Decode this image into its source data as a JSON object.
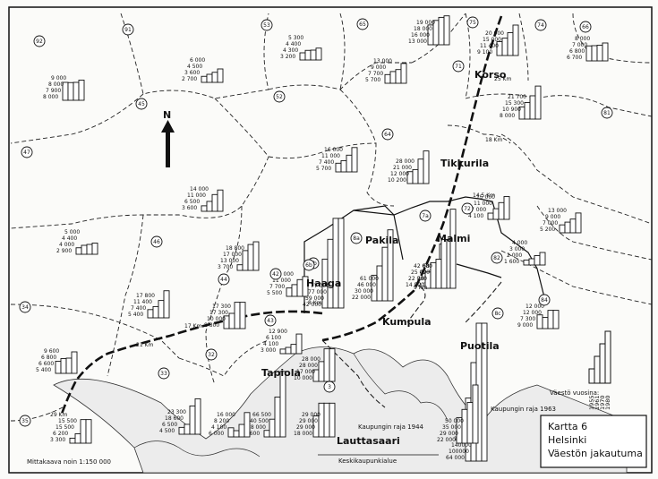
{
  "title_box": {
    "line1": "Kartta 6",
    "line2": "Helsinki",
    "line3": "Väestön jakautuma"
  },
  "legend": {
    "title": "Väestö vuosina:",
    "years": [
      "1955",
      "1961",
      "1970",
      "1980"
    ]
  },
  "scale": "Mittakaava noin 1:150 000",
  "north": "N",
  "labels": {
    "kaupungin_raja_1944": "Kaupungin raja 1944",
    "kaupungin_raja_1963": "Kaupungin raja 1963",
    "keskikaupunkialue": "Keskikaupunkialue"
  },
  "places": [
    {
      "name": "Korso"
    },
    {
      "name": "Tikkurila"
    },
    {
      "name": "Pakila"
    },
    {
      "name": "Malmi"
    },
    {
      "name": "Haaga"
    },
    {
      "name": "Kumpula"
    },
    {
      "name": "Puotila"
    },
    {
      "name": "Tapiola"
    },
    {
      "name": "Lauttasaari"
    }
  ],
  "km_markers": [
    "25 Km",
    "18 Km",
    "14,5 Km",
    "9 Km",
    "8 Km",
    "17 Km",
    "21 Km",
    "29 Km"
  ],
  "district_codes": [
    "92",
    "91",
    "53",
    "65",
    "75",
    "74",
    "66",
    "45",
    "52",
    "71",
    "81",
    "47",
    "64",
    "72",
    "46",
    "8a",
    "7a",
    "82",
    "44",
    "42",
    "8b",
    "6b",
    "43",
    "84",
    "8c",
    "34",
    "33",
    "32",
    "3",
    "35"
  ],
  "charts": [
    {
      "id": "c1",
      "values": [
        8000,
        7900,
        8000,
        9000
      ]
    },
    {
      "id": "c2",
      "values": [
        3200,
        4300,
        4400,
        5300
      ]
    },
    {
      "id": "c3",
      "values": [
        13000,
        16000,
        18000,
        19000
      ]
    },
    {
      "id": "c4",
      "values": [
        9100,
        11400,
        15000,
        20000
      ]
    },
    {
      "id": "c5",
      "values": [
        6700,
        6800,
        7000,
        8000
      ]
    },
    {
      "id": "c6",
      "values": [
        2700,
        3600,
        4500,
        6000
      ]
    },
    {
      "id": "c7",
      "values": [
        5700,
        7700,
        9000,
        13000
      ]
    },
    {
      "id": "c8",
      "values": [
        8000,
        10900,
        15300,
        21700
      ]
    },
    {
      "id": "c9",
      "values": [
        5700,
        7400,
        11000,
        16000
      ]
    },
    {
      "id": "c10",
      "values": [
        10200,
        12000,
        21000,
        28000
      ]
    },
    {
      "id": "c11",
      "values": [
        3600,
        6500,
        11000,
        14000
      ]
    },
    {
      "id": "c12",
      "values": [
        22000,
        38000,
        42000,
        68000
      ]
    },
    {
      "id": "c13",
      "values": [
        4100,
        7000,
        11000,
        15000
      ]
    },
    {
      "id": "c14",
      "values": [
        5200,
        7000,
        9000,
        13000
      ]
    },
    {
      "id": "c15",
      "values": [
        2900,
        4000,
        4400,
        5000
      ]
    },
    {
      "id": "c16",
      "values": [
        42000,
        59000,
        77000,
        77000
      ]
    },
    {
      "id": "c17",
      "values": [
        22000,
        30000,
        46000,
        61000
      ]
    },
    {
      "id": "c18",
      "values": [
        14000,
        22000,
        25000,
        42000
      ]
    },
    {
      "id": "c19",
      "values": [
        5500,
        7700,
        11000,
        13000
      ]
    },
    {
      "id": "c20",
      "values": [
        3700,
        13000,
        17000,
        18800
      ]
    },
    {
      "id": "c21",
      "values": [
        1600,
        2000,
        3000,
        4000
      ]
    },
    {
      "id": "c22",
      "values": [
        5400,
        7400,
        11400,
        17800
      ]
    },
    {
      "id": "c23",
      "values": [
        8300,
        10000,
        17300,
        17300
      ]
    },
    {
      "id": "c24",
      "values": [
        3000,
        4100,
        6100,
        12900
      ]
    },
    {
      "id": "c25",
      "values": [
        10000,
        17000,
        28000,
        28000
      ]
    },
    {
      "id": "c26",
      "values": [
        9000,
        7300,
        12000,
        12000
      ]
    },
    {
      "id": "c27",
      "values": [
        5400,
        6600,
        6800,
        9600
      ]
    },
    {
      "id": "c28",
      "values": [
        6600,
        18000,
        40500,
        66500
      ]
    },
    {
      "id": "c29",
      "values": [
        4500,
        6500,
        18600,
        23300
      ]
    },
    {
      "id": "c30",
      "values": [
        3300,
        6200,
        15500,
        15500
      ]
    },
    {
      "id": "c31",
      "values": [
        18000,
        29000,
        29000,
        29000
      ]
    },
    {
      "id": "c32",
      "values": [
        64000,
        100000,
        140000,
        140000
      ]
    },
    {
      "id": "c33",
      "values": [
        22000,
        29000,
        35000,
        50000
      ]
    },
    {
      "id": "c34",
      "values": [
        6000,
        4100,
        8200,
        16000
      ]
    }
  ]
}
